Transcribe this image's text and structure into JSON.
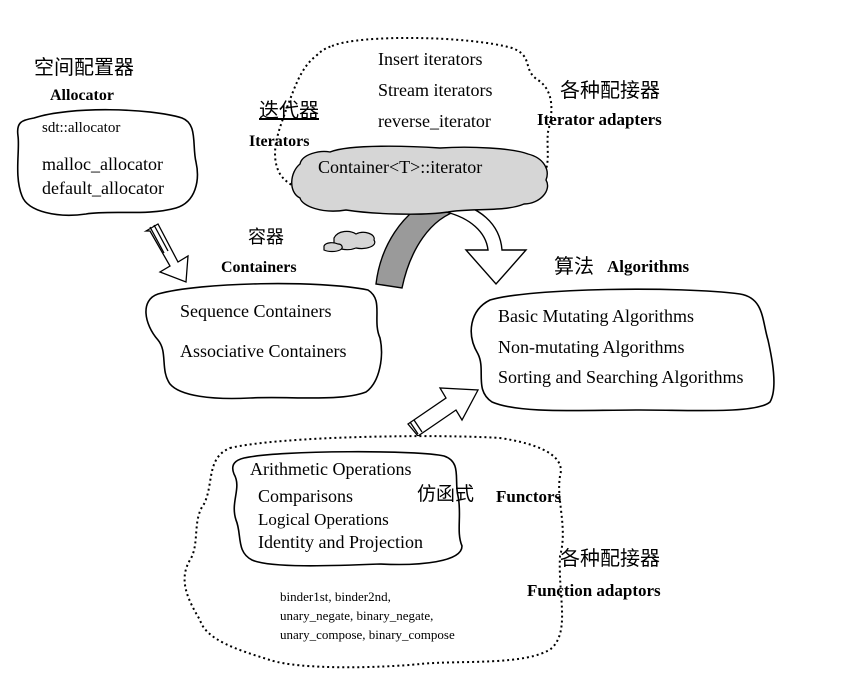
{
  "allocator": {
    "title_cn": "空间配置器",
    "title_en": "Allocator",
    "items": [
      "sdt::allocator",
      "malloc_allocator",
      "default_allocator"
    ]
  },
  "iterators": {
    "title_cn": "迭代器",
    "title_en": "Iterators",
    "items": [
      "Insert iterators",
      "Stream iterators",
      "reverse_iterator"
    ],
    "core": "Container<T>::iterator"
  },
  "iterator_adapters": {
    "title_cn": "各种配接器",
    "title_en": "Iterator adapters"
  },
  "containers": {
    "title_cn": "容器",
    "title_en": "Containers",
    "items": [
      "Sequence Containers",
      "Associative Containers"
    ]
  },
  "algorithms": {
    "title_cn": "算法",
    "title_en": "Algorithms",
    "items": [
      "Basic Mutating Algorithms",
      "Non-mutating Algorithms",
      "Sorting and Searching Algorithms"
    ]
  },
  "functors": {
    "title_cn": "仿函式",
    "title_en": "Functors",
    "items": [
      "Arithmetic Operations",
      "Comparisons",
      "Logical Operations",
      "Identity and Projection"
    ]
  },
  "function_adaptors": {
    "title_cn": "各种配接器",
    "title_en": "Function adaptors",
    "items": [
      "binder1st, binder2nd,",
      "unary_negate, binary_negate,",
      "unary_compose, binary_compose"
    ]
  },
  "colors": {
    "outline": "#000000",
    "cloud_fill": "#d6d6d6",
    "arc_fill": "#9a9a9a"
  }
}
